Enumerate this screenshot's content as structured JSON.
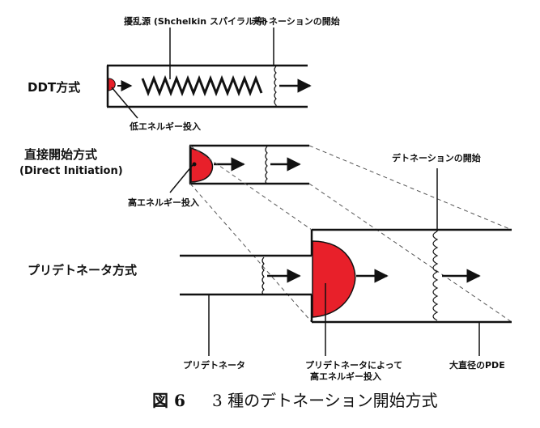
{
  "labels": {
    "turbulence": "擾乱源 (Shchelkin スパイラル等)",
    "detonation_start_top": "デトネーションの開始",
    "detonation_start_mid": "デトネーションの開始",
    "low_energy": "低エネルギー投入",
    "high_energy": "高エネルギー投入",
    "predetonator": "プリデトネータ",
    "predet_high_energy_1": "プリデトネータによって",
    "predet_high_energy_2": "高エネルギー投入",
    "large_pde": "大直径のPDE"
  },
  "methods": {
    "ddt": "DDT方式",
    "direct": "直接開始方式",
    "direct_sub": "(Direct Initiation)",
    "predet": "プリデトネータ方式"
  },
  "caption": {
    "prefix": "図 6",
    "text": "3 種のデトネーション開始方式"
  },
  "colors": {
    "fill": "#e8202a",
    "line": "#111111",
    "dash": "#444444"
  }
}
